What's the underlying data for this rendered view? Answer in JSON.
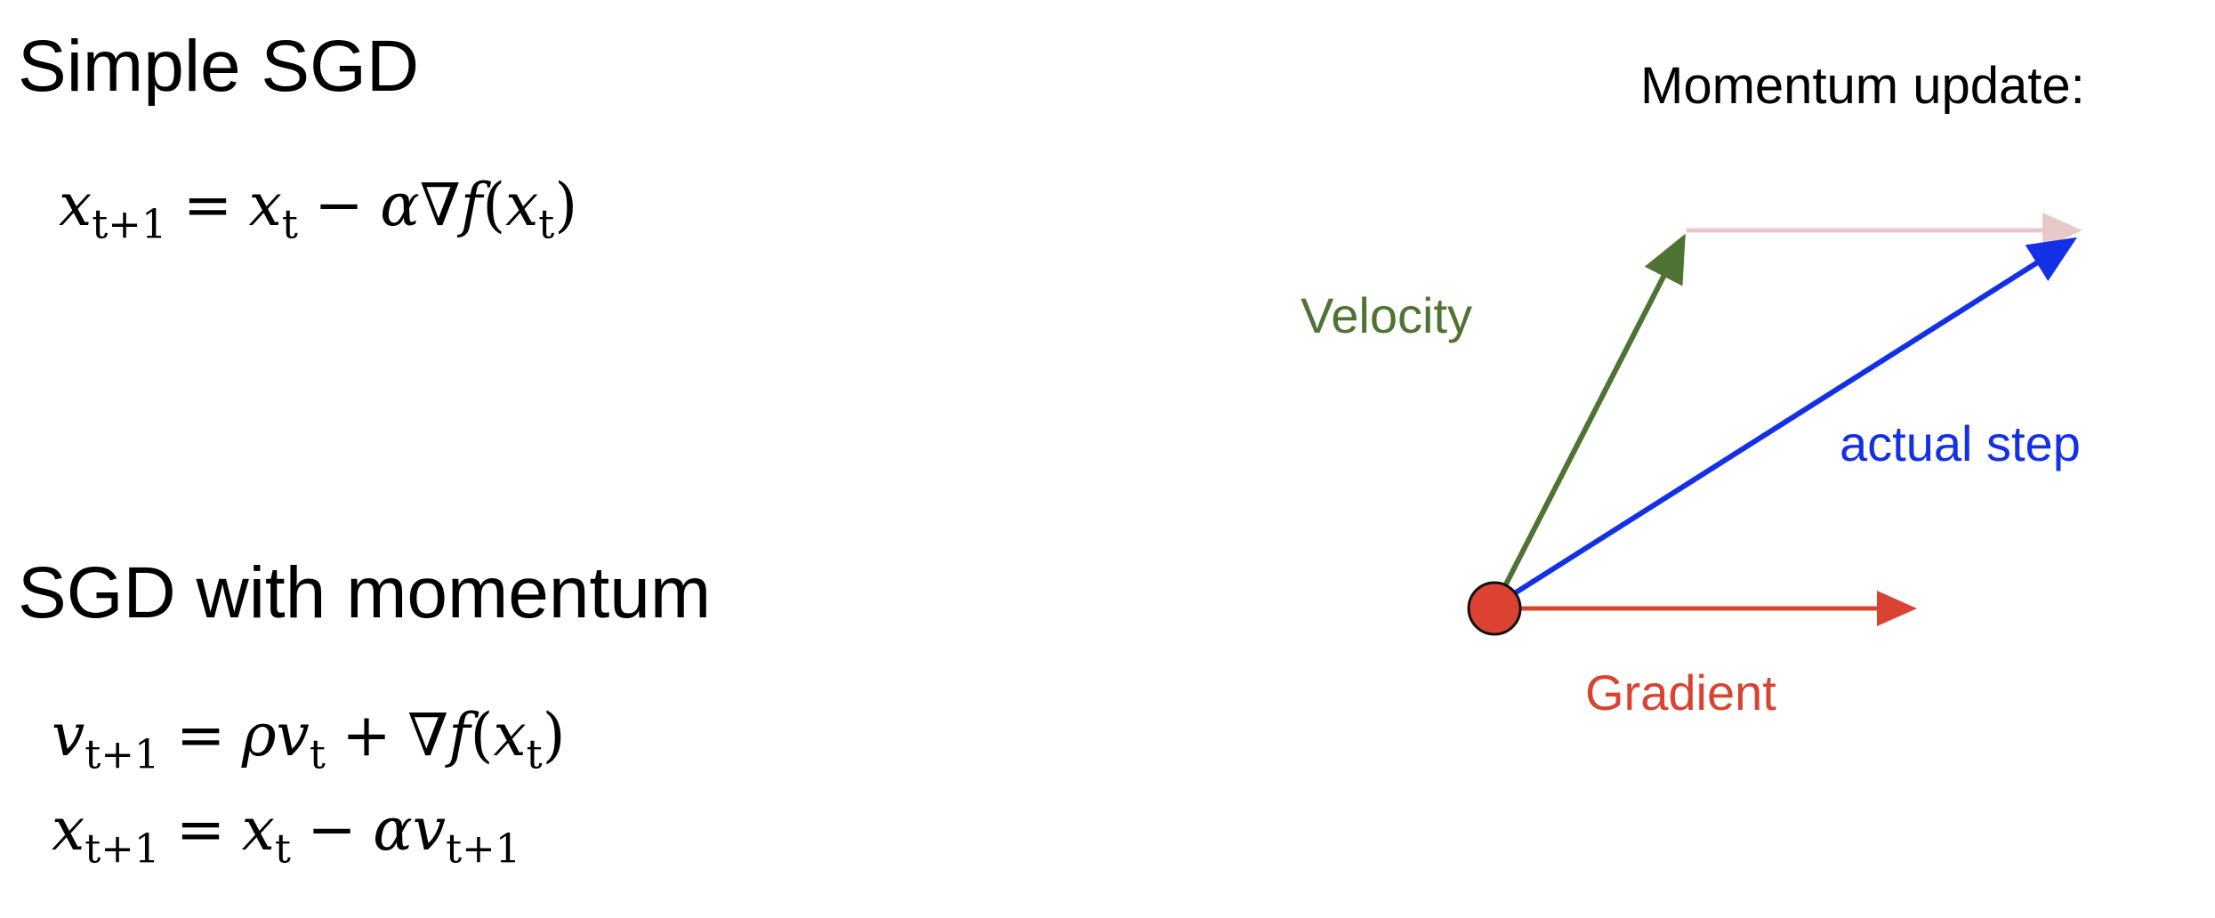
{
  "left": {
    "simple_sgd": {
      "title": "Simple SGD",
      "equation": {
        "lhs_var": "x",
        "lhs_sub": "t+1",
        "eq": "=",
        "r1_var": "x",
        "r1_sub": "t",
        "minus": "−",
        "alpha": "α",
        "nabla": "∇",
        "f": "f",
        "open": "(",
        "arg_var": "x",
        "arg_sub": "t",
        "close": ")"
      }
    },
    "momentum_sgd": {
      "title": "SGD with momentum",
      "equation_v": {
        "lhs_var": "v",
        "lhs_sub": "t+1",
        "eq": "=",
        "rho": "ρ",
        "r1_var": "v",
        "r1_sub": "t",
        "plus": "+",
        "nabla": "∇",
        "f": "f",
        "open": "(",
        "arg_var": "x",
        "arg_sub": "t",
        "close": ")"
      },
      "equation_x": {
        "lhs_var": "x",
        "lhs_sub": "t+1",
        "eq": "=",
        "r1_var": "x",
        "r1_sub": "t",
        "minus": "−",
        "alpha": "α",
        "r2_var": "v",
        "r2_sub": "t+1"
      }
    }
  },
  "diagram": {
    "title": "Momentum update:",
    "velocity_label": "Velocity",
    "actual_step_label": "actual step",
    "gradient_label": "Gradient",
    "colors": {
      "velocity": "#4f7332",
      "actual_step": "#1430e6",
      "gradient": "#d94432",
      "ghost_gradient": "#e8c9c9",
      "origin_fill": "#dc4231",
      "title_text": "#000000"
    }
  }
}
